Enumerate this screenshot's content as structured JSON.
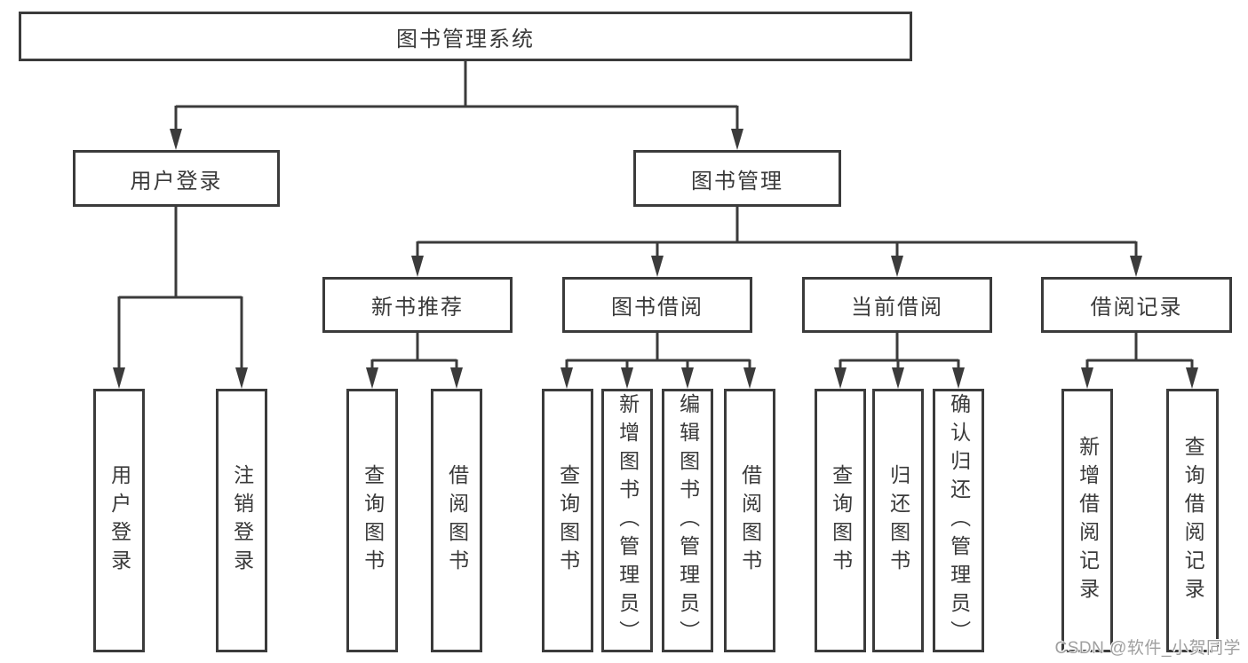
{
  "tree": {
    "root": {
      "label": "图书管理系统"
    },
    "branches": [
      {
        "label": "用户登录",
        "children": [
          {
            "label": "用户登录"
          },
          {
            "label": "注销登录"
          }
        ]
      },
      {
        "label": "图书管理",
        "children": [
          {
            "label": "新书推荐",
            "children": [
              {
                "label": "查询图书"
              },
              {
                "label": "借阅图书"
              }
            ]
          },
          {
            "label": "图书借阅",
            "children": [
              {
                "label": "查询图书"
              },
              {
                "label": "新增图书（管理员）"
              },
              {
                "label": "编辑图书（管理员）"
              },
              {
                "label": "借阅图书"
              }
            ]
          },
          {
            "label": "当前借阅",
            "children": [
              {
                "label": "查询图书"
              },
              {
                "label": "归还图书"
              },
              {
                "label": "确认归还（管理员）"
              }
            ]
          },
          {
            "label": "借阅记录",
            "children": [
              {
                "label": "新增借阅记录"
              },
              {
                "label": "查询借阅记录"
              }
            ]
          }
        ]
      }
    ]
  },
  "watermark": {
    "text": "CSDN @软件_小贺同学"
  },
  "colors": {
    "line": "#3b3b3b",
    "box_border": "#3b3b3b",
    "text": "#3a3a3a",
    "watermark": "#a0a0a0",
    "background": "#ffffff"
  }
}
